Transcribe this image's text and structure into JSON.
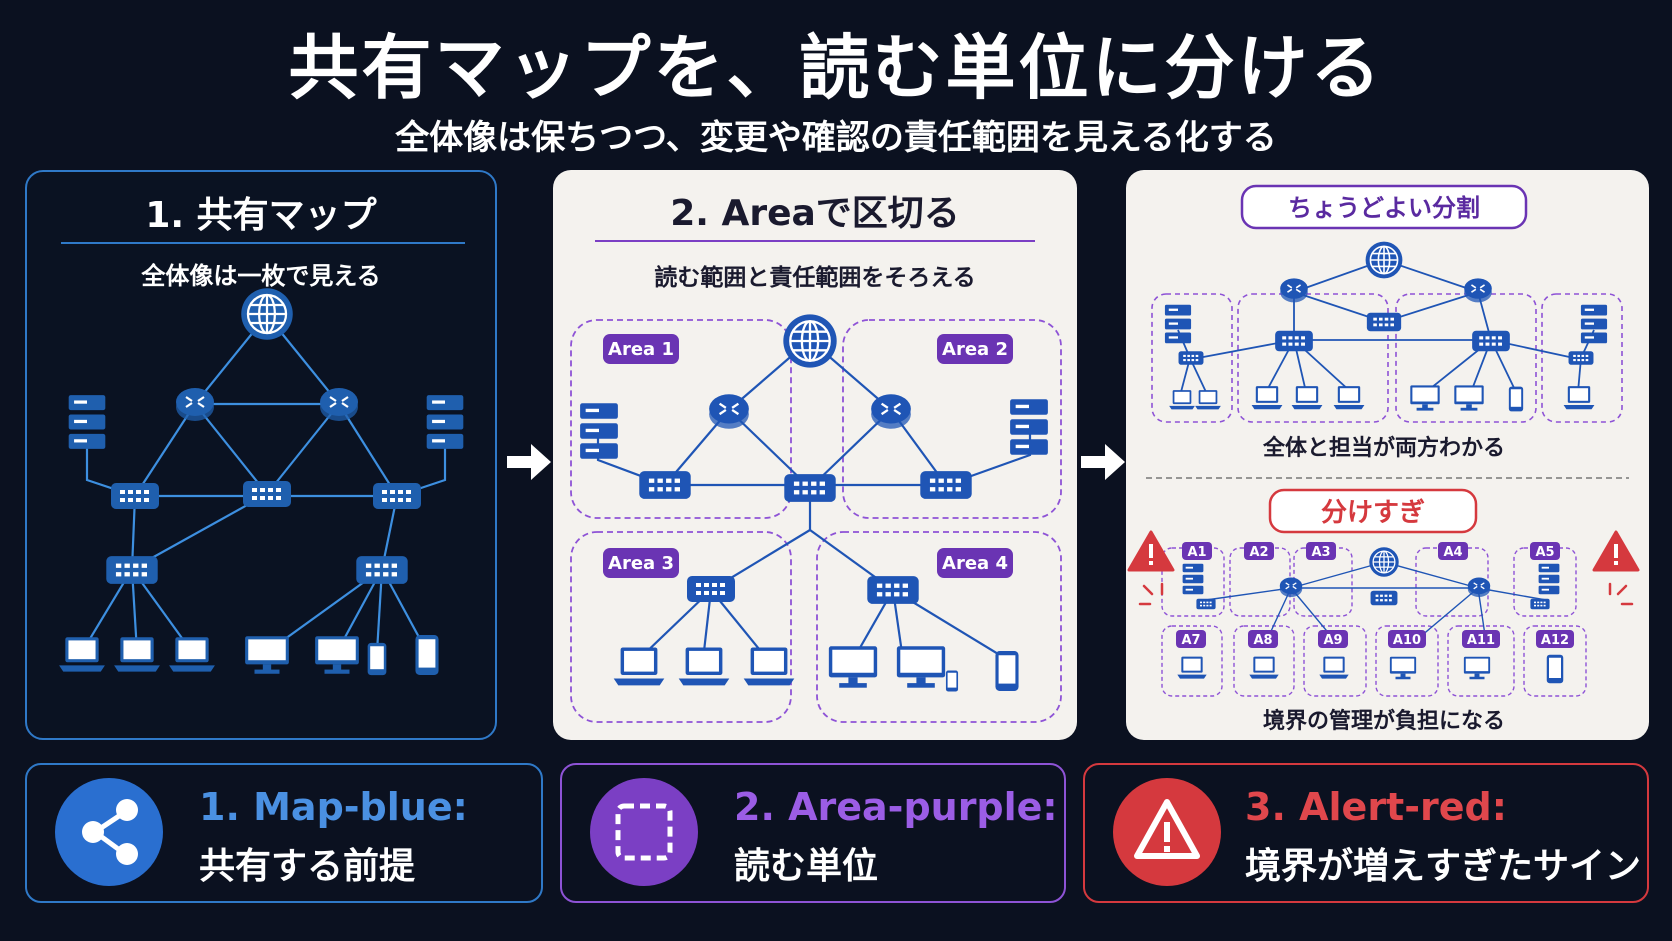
{
  "header": {
    "title": "共有マップを、読む単位に分ける",
    "subtitle": "全体像は保ちつつ、変更や確認の責任範囲を見える化する"
  },
  "panels": [
    {
      "title": "1. 共有マップ",
      "caption": "全体像は一枚で見える"
    },
    {
      "title": "2. Areaで区切る",
      "caption": "読む範囲と責任範囲をそろえる",
      "areas": [
        "Area 1",
        "Area 2",
        "Area 3",
        "Area 4"
      ]
    },
    {
      "good": {
        "label": "ちょうどよい分割",
        "caption": "全体と担当が両方わかる"
      },
      "bad": {
        "label": "分けすぎ",
        "caption": "境界の管理が負担になる",
        "areas": [
          "A1",
          "A2",
          "A3",
          "A4",
          "A5",
          "A7",
          "A8",
          "A9",
          "A10",
          "A11",
          "A12"
        ]
      }
    }
  ],
  "legend": [
    {
      "label": "1. Map-blue:",
      "desc": "共有する前提",
      "icon": "share-icon",
      "color": "#4a90e2"
    },
    {
      "label": "2. Area-purple:",
      "desc": "読む単位",
      "icon": "dashed-square-icon",
      "color": "#9b5de5"
    },
    {
      "label": "3. Alert-red:",
      "desc": "境界が増えすぎたサイン",
      "icon": "warning-icon",
      "color": "#e0474c"
    }
  ]
}
